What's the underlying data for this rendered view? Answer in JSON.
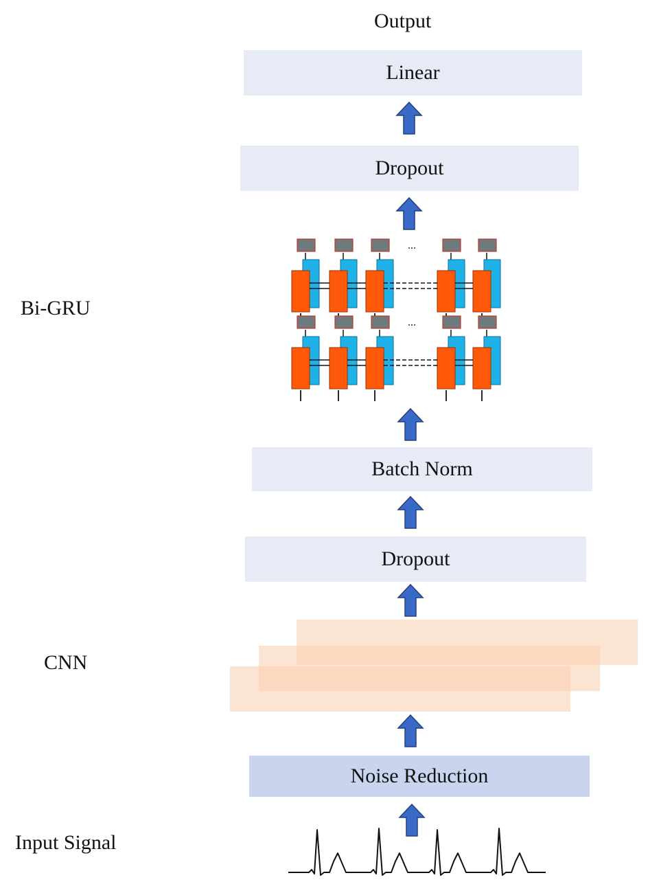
{
  "output_label": "Output",
  "side_labels": {
    "bigru": "Bi-GRU",
    "cnn": "CNN",
    "input": "Input Signal"
  },
  "blocks": {
    "linear": "Linear",
    "dropout_top": "Dropout",
    "batch_norm": "Batch Norm",
    "dropout_bottom": "Dropout",
    "noise_reduction": "Noise Reduction"
  },
  "gru_grid": {
    "rows": 2,
    "visible_columns": 5,
    "ellipsis": "...",
    "colors": {
      "cell_orange": "#ff5a0a",
      "cell_cyan": "#1fb2e8",
      "output_gray": "#6f7a7f"
    }
  },
  "colors": {
    "block_fill": "#e6ebf6",
    "block_fill_dark": "#c9d5ee",
    "arrow_fill": "#3a6ac8",
    "cnn_fill": "#facdaf"
  }
}
